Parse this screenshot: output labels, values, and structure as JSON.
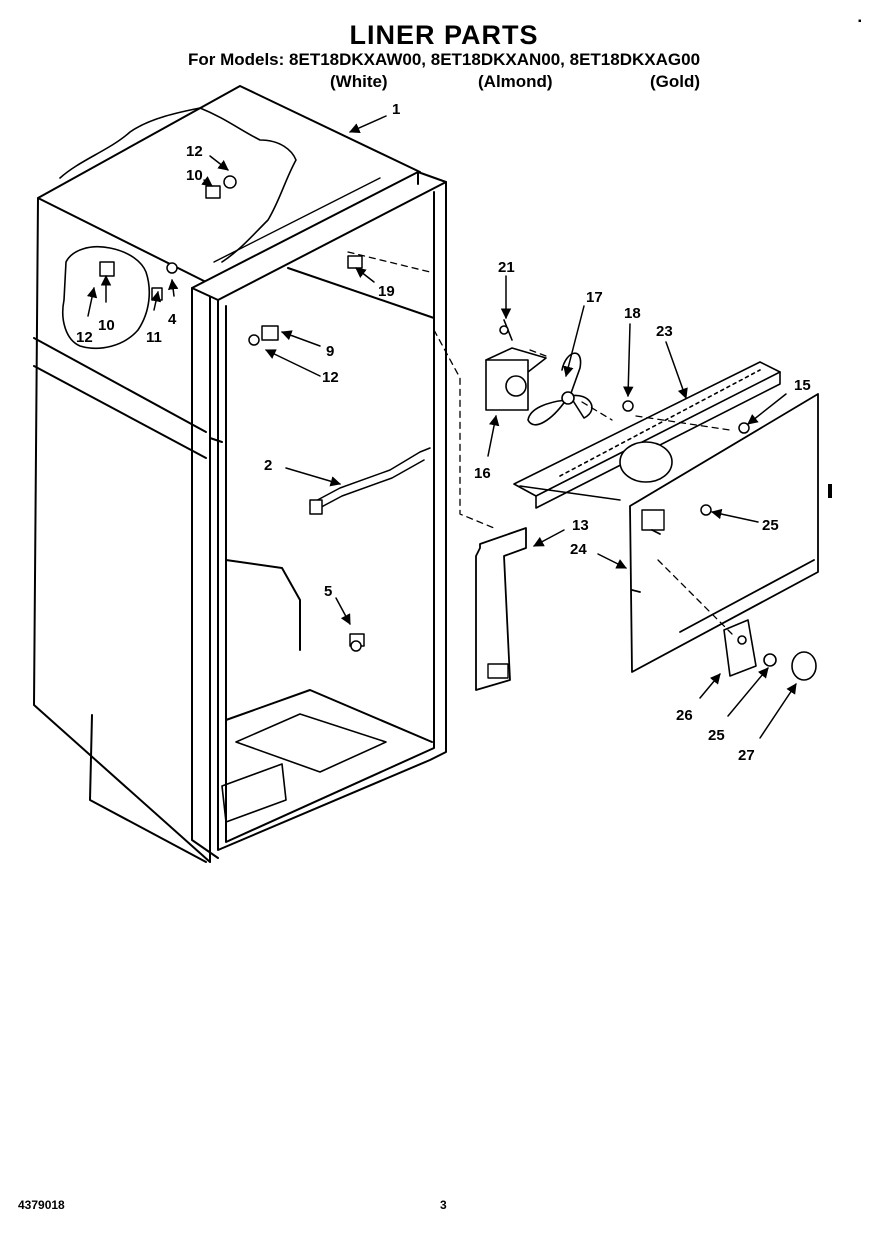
{
  "header": {
    "title": "LINER PARTS",
    "models_line": "For Models: 8ET18DKXAW00, 8ET18DKXAN00, 8ET18DKXAG00",
    "colors": [
      "(White)",
      "(Almond)",
      "(Gold)"
    ]
  },
  "callouts": [
    "1",
    "12",
    "10",
    "12",
    "10",
    "11",
    "4",
    "19",
    "9",
    "12",
    "2",
    "5",
    "21",
    "17",
    "18",
    "23",
    "15",
    "16",
    "13",
    "24",
    "25",
    "26",
    "25",
    "27"
  ],
  "footer": {
    "doc_number": "4379018",
    "page_number": "3"
  }
}
